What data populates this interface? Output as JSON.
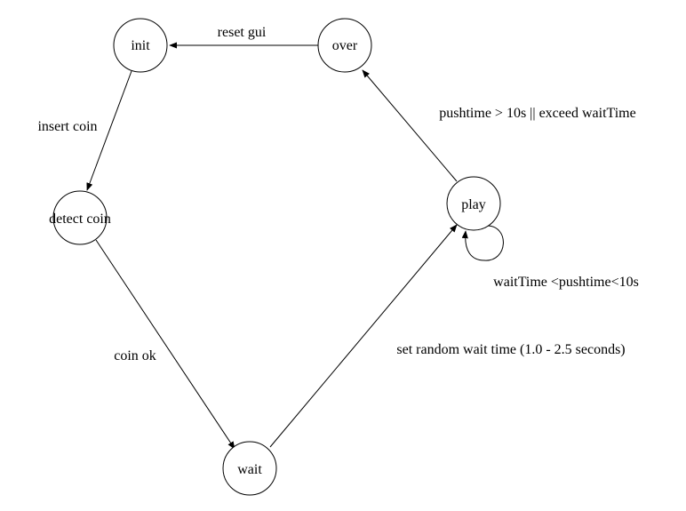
{
  "states": {
    "init": "init",
    "over": "over",
    "detect_coin": "detect coin",
    "play": "play",
    "wait": "wait"
  },
  "transitions": {
    "over_to_init": "reset gui",
    "init_to_detect": "insert coin",
    "detect_to_wait": "coin ok",
    "wait_to_play": "set random wait time (1.0 - 2.5 seconds)",
    "play_to_over": "pushtime > 10s || exceed waitTime",
    "play_self": "waitTime <pushtime<10s"
  }
}
